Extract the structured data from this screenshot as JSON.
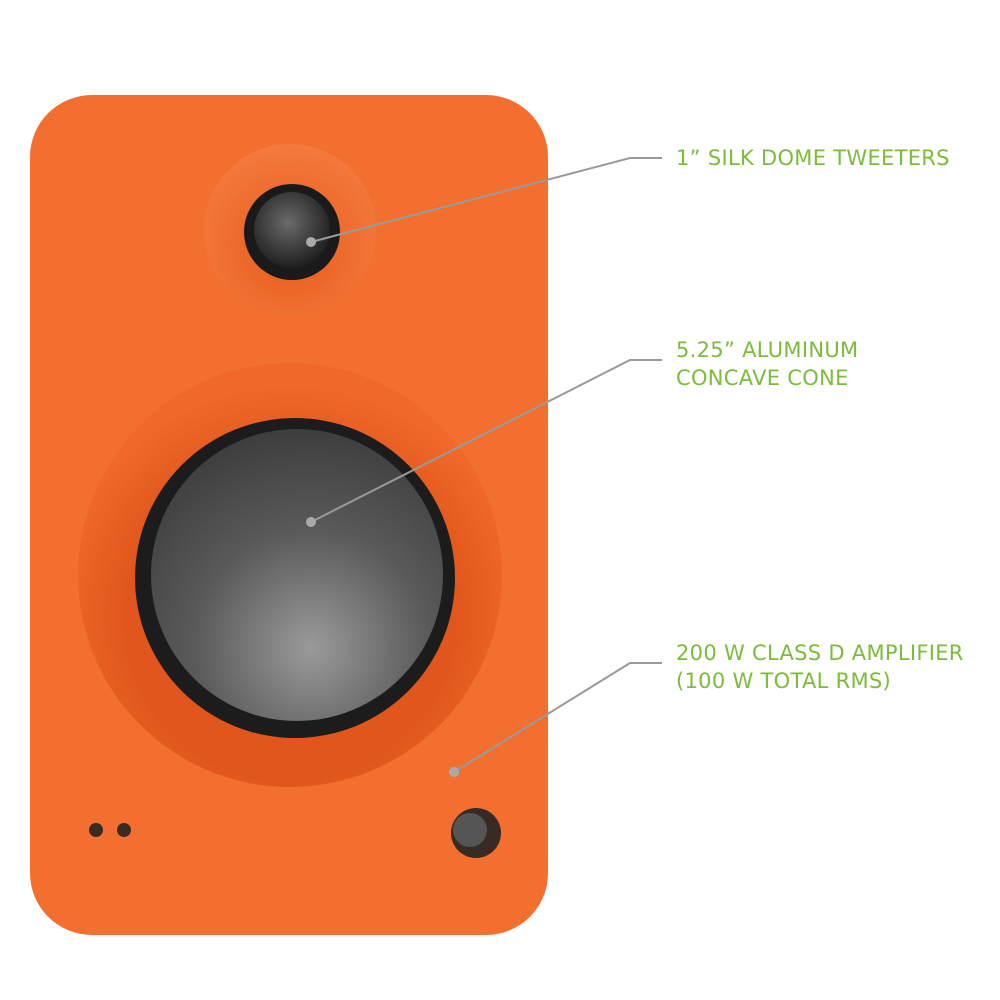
{
  "callouts": {
    "tweeter": {
      "lines": [
        "1” SILK DOME TWEETERS"
      ]
    },
    "woofer": {
      "lines": [
        "5.25” ALUMINUM",
        "CONCAVE CONE"
      ]
    },
    "amplifier": {
      "lines": [
        "200 W CLASS D AMPLIFIER",
        "(100 W TOTAL RMS)"
      ]
    }
  },
  "colors": {
    "label": "#7dbb3a",
    "body": "#f26f30",
    "leader": "#9a9a9a"
  }
}
